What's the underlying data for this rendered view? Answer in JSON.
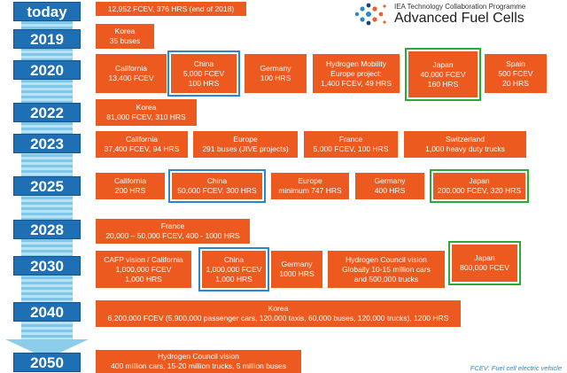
{
  "logo": {
    "subtitle": "IEA Technology Collaboration Programme",
    "title": "Advanced Fuel Cells"
  },
  "footnote": "FCEV: Fuel cell electric vehicle",
  "years": [
    "today",
    "2019",
    "2020",
    "2022",
    "2023",
    "2025",
    "2028",
    "2030",
    "2040",
    "2050"
  ],
  "rows": [
    {
      "year": "today",
      "entries": [
        {
          "lines": [
            "12,952 FCEV, 376 HRS (end of 2018)"
          ]
        }
      ]
    },
    {
      "year": "2019",
      "entries": [
        {
          "lines": [
            "Korea",
            "35 buses"
          ]
        }
      ]
    },
    {
      "year": "2020",
      "entries": [
        {
          "lines": [
            "California",
            "13,400 FCEV"
          ]
        },
        {
          "lines": [
            "China",
            "5,000 FCEV",
            "100 HRS"
          ],
          "highlight": "blue"
        },
        {
          "lines": [
            "Germany",
            "100 HRS"
          ]
        },
        {
          "lines": [
            "Hydrogen Mobility",
            "Europe project:",
            "1,400 FCEV, 49 HRS"
          ]
        },
        {
          "lines": [
            "Japan",
            "40,000 FCEV",
            "160 HRS"
          ],
          "highlight": "green"
        },
        {
          "lines": [
            "Spain",
            "500 FCEV",
            "20 HRS"
          ]
        }
      ]
    },
    {
      "year": "2022",
      "entries": [
        {
          "lines": [
            "Korea",
            "81,000 FCEV, 310 HRS"
          ]
        }
      ]
    },
    {
      "year": "2023",
      "entries": [
        {
          "lines": [
            "California",
            "37,400 FCEV, 94 HRS"
          ]
        },
        {
          "lines": [
            "Europe",
            "291 buses (JIVE projects)"
          ]
        },
        {
          "lines": [
            "France",
            "5,000 FCEV, 100 HRS"
          ]
        },
        {
          "lines": [
            "Switzerland",
            "1,000 heavy duty trucks"
          ]
        }
      ]
    },
    {
      "year": "2025",
      "entries": [
        {
          "lines": [
            "California",
            "200 HRS"
          ]
        },
        {
          "lines": [
            "China",
            "50,000 FCEV, 300 HRS"
          ],
          "highlight": "blue"
        },
        {
          "lines": [
            "Europe",
            "minimum 747 HRS"
          ]
        },
        {
          "lines": [
            "Germany",
            "400 HRS"
          ]
        },
        {
          "lines": [
            "Japan",
            "200,000 FCEV, 320 HRS"
          ],
          "highlight": "green"
        }
      ]
    },
    {
      "year": "2028",
      "entries": [
        {
          "lines": [
            "France",
            "20,000 – 50,000 FCEV, 400 - 1000 HRS"
          ]
        }
      ]
    },
    {
      "year": "2030",
      "entries": [
        {
          "lines": [
            "CAFP vision / California",
            "1,000,000 FCEV",
            "1,000 HRS"
          ]
        },
        {
          "lines": [
            "China",
            "1,000,000 FCEV",
            "1,000 HRS"
          ],
          "highlight": "blue"
        },
        {
          "lines": [
            "Germany",
            "1000 HRS"
          ]
        },
        {
          "lines": [
            "Hydrogen Council vision",
            "Globally 10-15 million cars",
            "and 500,000 trucks"
          ]
        },
        {
          "lines": [
            "Japan",
            "800,000 FCEV"
          ],
          "highlight": "green"
        }
      ]
    },
    {
      "year": "2040",
      "entries": [
        {
          "lines": [
            "Korea",
            "6,200,000 FCEV (5,900,000 passenger cars, 120,000 taxis, 60,000 buses, 120,000 trucks),  1200 HRS"
          ]
        }
      ]
    },
    {
      "year": "2050",
      "entries": [
        {
          "lines": [
            "Hydrogen Council vision",
            "400 million cars, 15-20 million trucks, 5 million buses"
          ]
        }
      ]
    }
  ]
}
